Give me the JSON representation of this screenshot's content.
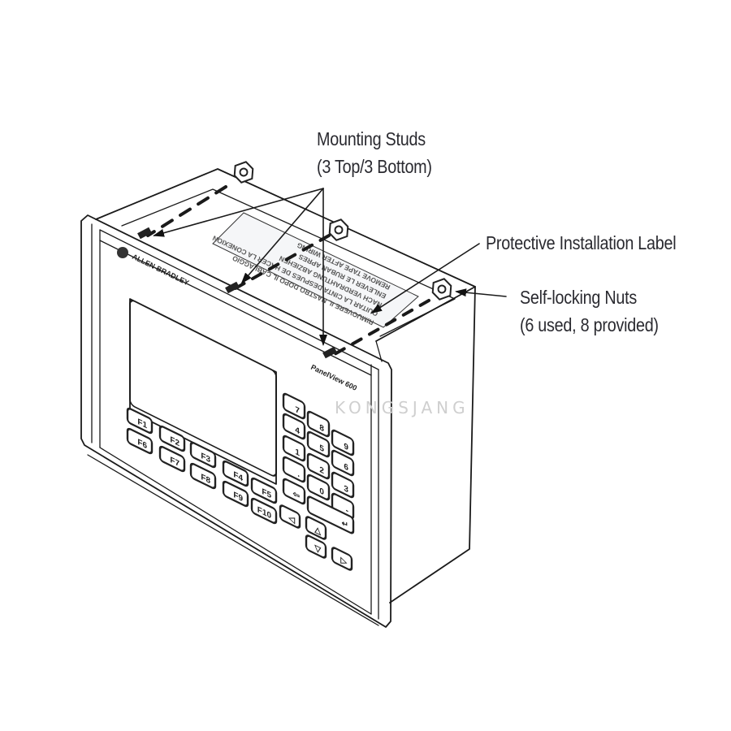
{
  "diagram": {
    "title": "Panel mounting diagram",
    "callouts": {
      "mounting_studs": {
        "line1": "Mounting Studs",
        "line2": "(3 Top/3 Bottom)"
      },
      "protective_label": {
        "line1": "Protective Installation Label"
      },
      "self_locking_nuts": {
        "line1": "Self-locking Nuts",
        "line2": "(6 used, 8 provided)"
      }
    },
    "device": {
      "brand": "ALLEN-BRADLEY",
      "model_badge": "PanelView 600",
      "function_keys": [
        "F1",
        "F2",
        "F3",
        "F4",
        "F5",
        "F6",
        "F7",
        "F8",
        "F9",
        "F10"
      ],
      "numeric_keys": [
        "7",
        "8",
        "9",
        "4",
        "5",
        "6",
        "1",
        "2",
        "3",
        ".",
        "0",
        "-"
      ],
      "nav_keys": [
        "◁",
        "△",
        "▽",
        "▷"
      ],
      "edit_keys": [
        "⇦",
        "↵"
      ]
    },
    "protective_label_text": [
      "REMOVE TAPE AFTER WIRING",
      "ENLEVER LE RUBAN APRES",
      "NACH VERDRAHTUNG ABZIEHEN",
      "QUITAR LA CINTA DESPUES DE HACER LA CONEXION",
      "RIMUOVERE IL NASTRO DOPO IL CABLAGGIO"
    ],
    "watermark": "KONGSJANG",
    "colors": {
      "line": "#1a1a1a",
      "text": "#2a2a30",
      "background": "#ffffff"
    }
  }
}
